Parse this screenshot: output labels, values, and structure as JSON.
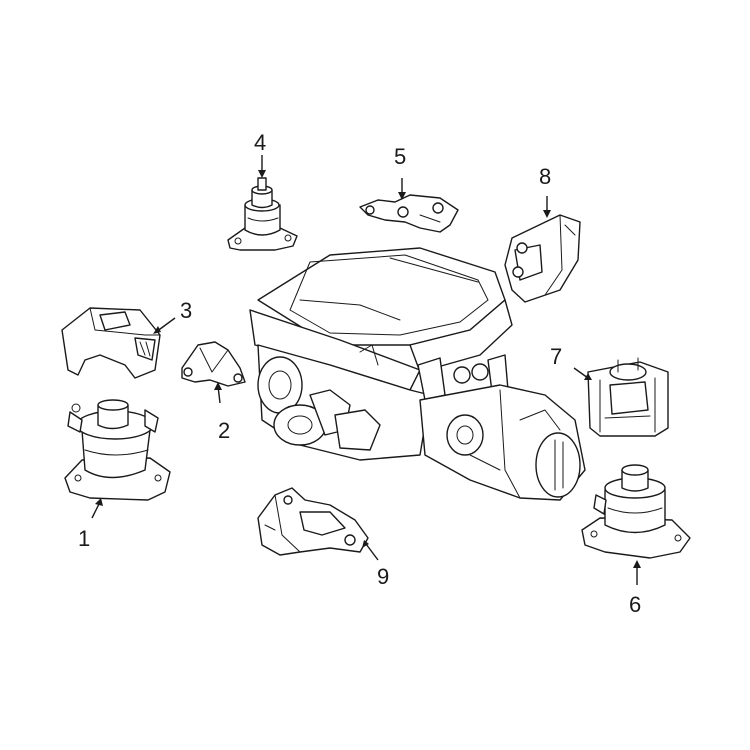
{
  "diagram": {
    "background": "#ffffff",
    "line_color": "#1a1a1a",
    "callouts": [
      {
        "id": "1",
        "label": "1",
        "part": "front engine mount (lower)"
      },
      {
        "id": "2",
        "label": "2",
        "part": "small bracket mount"
      },
      {
        "id": "3",
        "label": "3",
        "part": "mount insulator cover"
      },
      {
        "id": "4",
        "label": "4",
        "part": "upper hydraulic mount"
      },
      {
        "id": "5",
        "label": "5",
        "part": "torque rod bracket"
      },
      {
        "id": "6",
        "label": "6",
        "part": "rear engine mount (lower)"
      },
      {
        "id": "7",
        "label": "7",
        "part": "transmission mount insulator"
      },
      {
        "id": "8",
        "label": "8",
        "part": "side mount bracket"
      },
      {
        "id": "9",
        "label": "9",
        "part": "lower mounting bracket"
      }
    ]
  }
}
